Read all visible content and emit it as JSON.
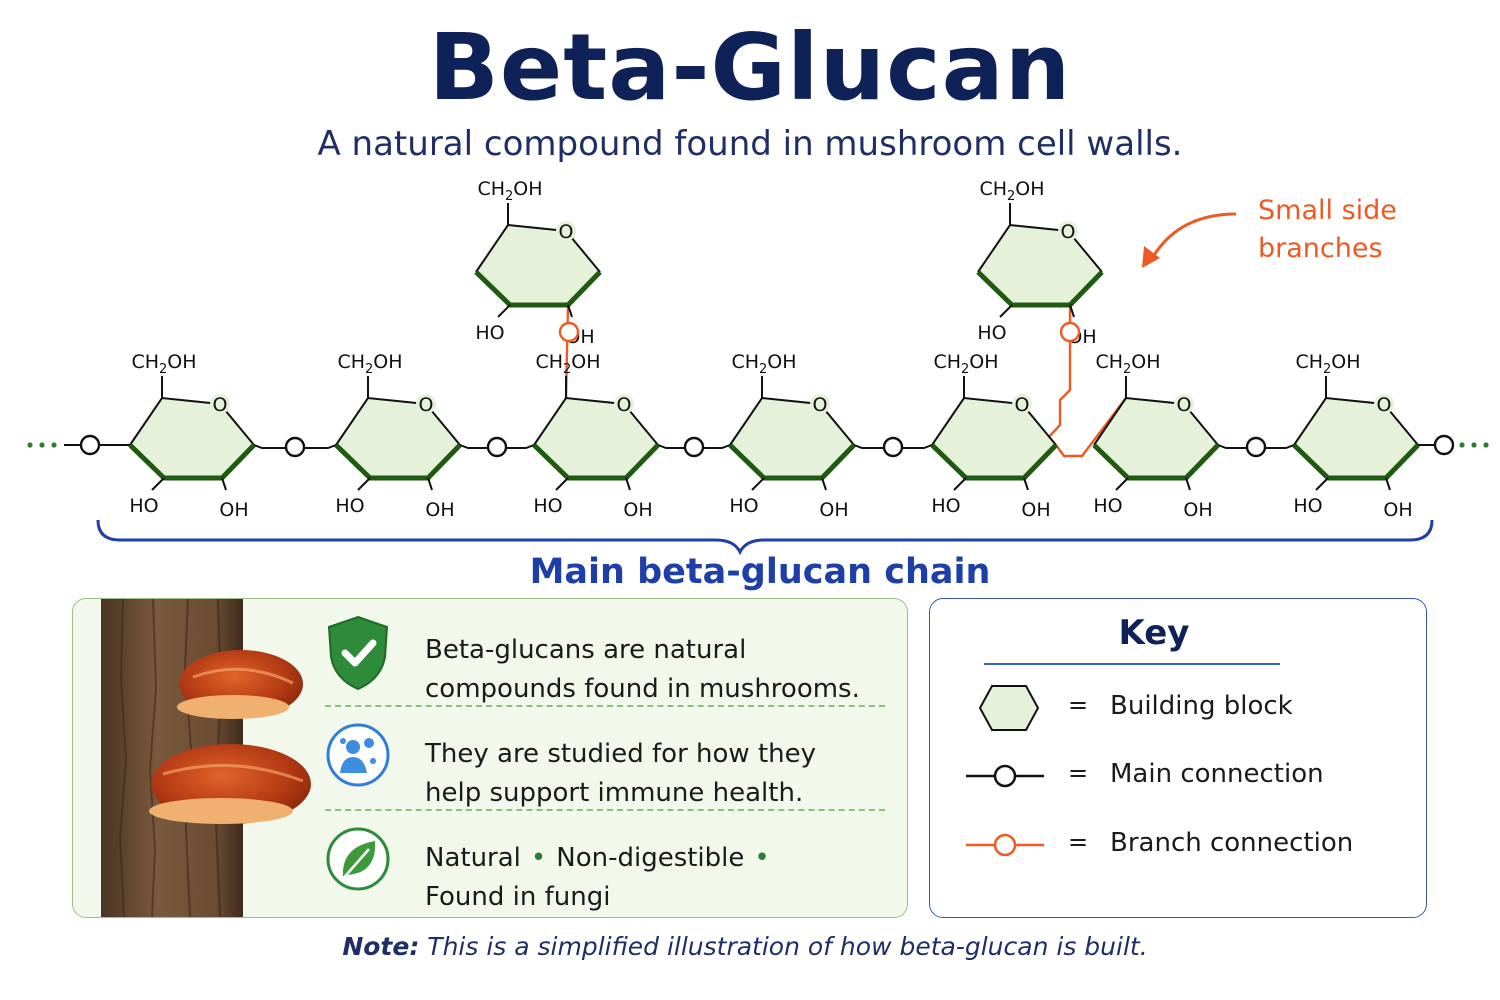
{
  "title": "Beta-Glucan",
  "subtitle": "A natural compound found in mushroom cell walls.",
  "diagram": {
    "group_label": "CH",
    "group_sub": "2",
    "group_tail": "OH",
    "ho_label": "HO",
    "oh_label": "OH",
    "oxygen_label": "O",
    "main_chain_units": 7,
    "branch_units": 2,
    "chain_label": "Main beta-glucan chain",
    "annotation_line1": "Small side",
    "annotation_line2": "branches"
  },
  "info": {
    "items": [
      {
        "icon": "shield-check-icon",
        "line1": "Beta-glucans are natural",
        "line2": "compounds found in mushrooms."
      },
      {
        "icon": "immune-person-icon",
        "line1": "They are studied for how they",
        "line2": "help support immune health."
      }
    ],
    "tags": {
      "icon": "leaf-icon",
      "tag1": "Natural",
      "tag2": "Non-digestible",
      "tag3": "Found in fungi",
      "separator": "•"
    }
  },
  "key": {
    "title": "Key",
    "equals": "=",
    "items": [
      {
        "symbol": "hexagon-icon",
        "label": "Building block"
      },
      {
        "symbol": "main-connection-icon",
        "label": "Main connection"
      },
      {
        "symbol": "branch-connection-icon",
        "label": "Branch connection"
      }
    ]
  },
  "note": {
    "bold": "Note:",
    "text": "This is a simplified illustration of how beta-glucan is built."
  },
  "colors": {
    "title": "#0f2258",
    "ring_fill": "#e5f2d9",
    "ring_bold": "#1e5a0f",
    "branch": "#ee5a24",
    "chain_label": "#1f3fa8",
    "brace": "#2040a8",
    "chain_dots": "#2e7d32"
  }
}
